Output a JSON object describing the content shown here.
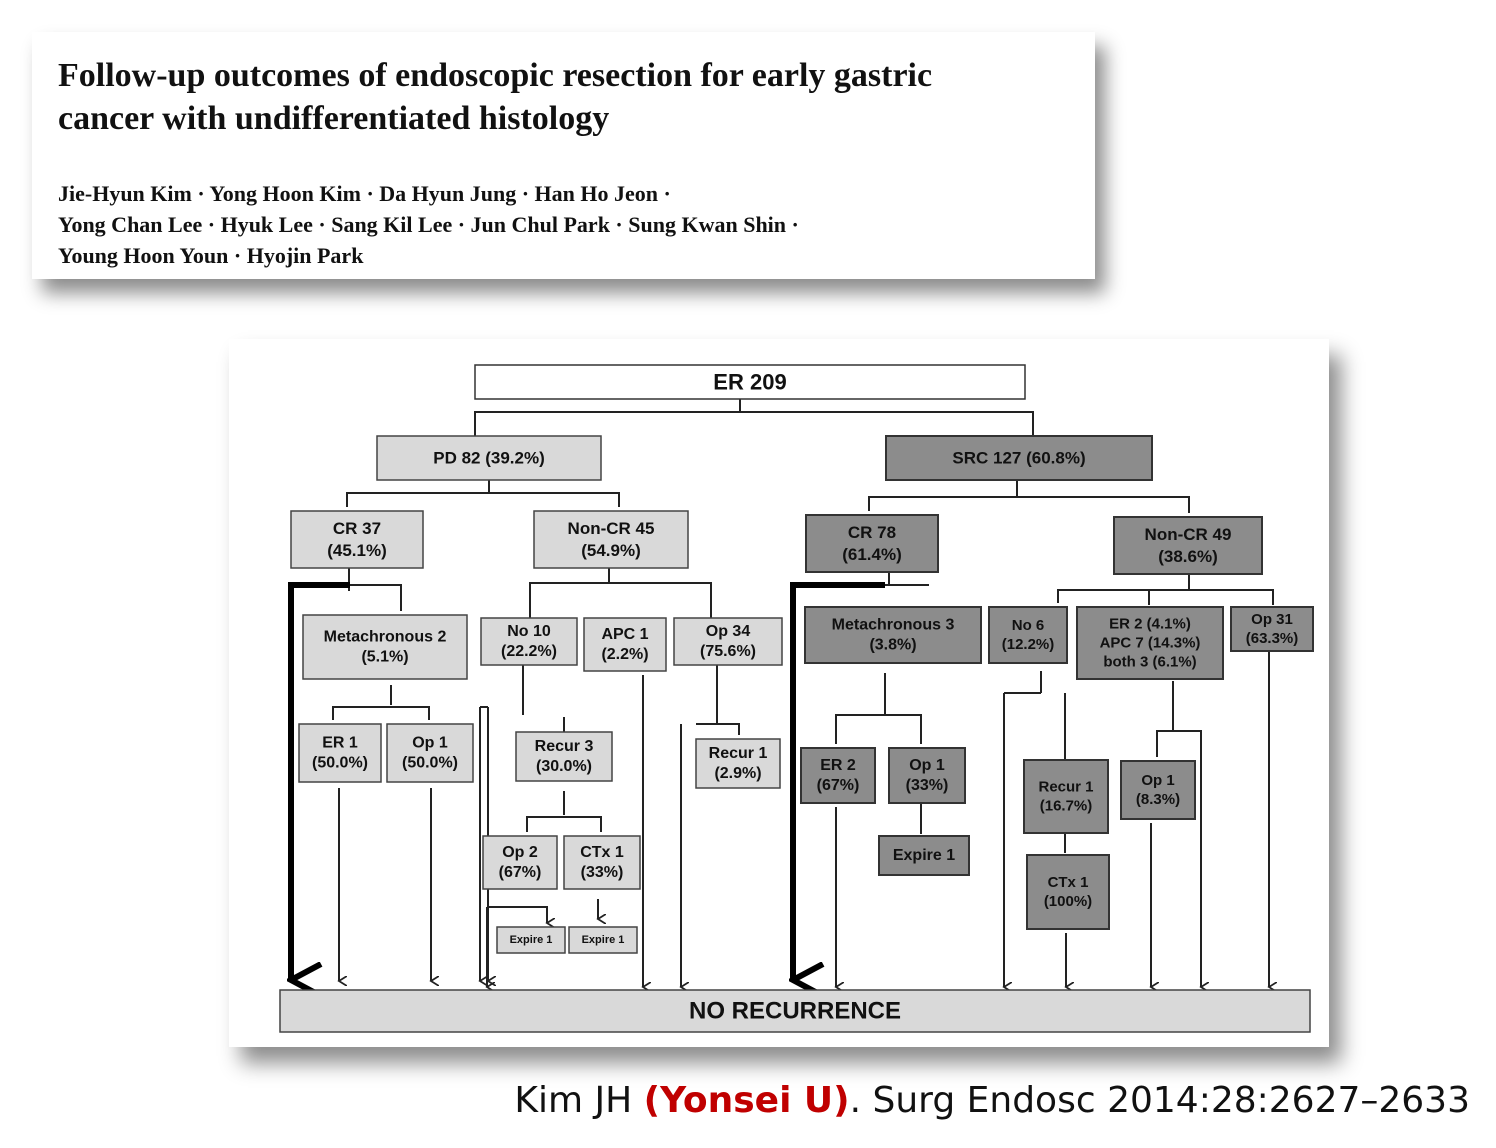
{
  "paper": {
    "title_line1": "Follow-up outcomes of endoscopic resection for early gastric",
    "title_line2": "cancer with undifferentiated histology",
    "authors_line1": "Jie-Hyun Kim · Yong Hoon Kim · Da Hyun Jung · Han Ho Jeon ·",
    "authors_line2": "Yong Chan Lee · Hyuk Lee · Sang Kil Lee · Jun Chul Park · Sung Kwan Shin ·",
    "authors_line3": "Young Hoon Youn · Hyojin Park"
  },
  "flowchart": {
    "nodes": [
      {
        "id": "er209",
        "lines": [
          "ER 209"
        ],
        "style": "white"
      },
      {
        "id": "pd82",
        "lines": [
          "PD 82 (39.2%)"
        ],
        "style": "light"
      },
      {
        "id": "src127",
        "lines": [
          "SRC 127 (60.8%)"
        ],
        "style": "dark"
      },
      {
        "id": "pd-cr37",
        "lines": [
          "CR 37",
          "(45.1%)"
        ],
        "style": "light"
      },
      {
        "id": "pd-noncr45",
        "lines": [
          "Non-CR 45",
          "(54.9%)"
        ],
        "style": "light"
      },
      {
        "id": "pd-metachronous2",
        "lines": [
          "Metachronous 2",
          "(5.1%)"
        ],
        "style": "light"
      },
      {
        "id": "pd-er1",
        "lines": [
          "ER 1",
          "(50.0%)"
        ],
        "style": "light"
      },
      {
        "id": "pd-op1",
        "lines": [
          "Op 1",
          "(50.0%)"
        ],
        "style": "light"
      },
      {
        "id": "pd-no10",
        "lines": [
          "No 10",
          "(22.2%)"
        ],
        "style": "light"
      },
      {
        "id": "pd-apc1",
        "lines": [
          "APC 1",
          "(2.2%)"
        ],
        "style": "light"
      },
      {
        "id": "pd-op34",
        "lines": [
          "Op 34",
          "(75.6%)"
        ],
        "style": "light"
      },
      {
        "id": "pd-recur3",
        "lines": [
          "Recur 3",
          "(30.0%)"
        ],
        "style": "light"
      },
      {
        "id": "pd-recur1",
        "lines": [
          "Recur 1",
          "(2.9%)"
        ],
        "style": "light"
      },
      {
        "id": "pd-op2",
        "lines": [
          "Op 2",
          "(67%)"
        ],
        "style": "light"
      },
      {
        "id": "pd-ctx1",
        "lines": [
          "CTx 1",
          "(33%)"
        ],
        "style": "light"
      },
      {
        "id": "pd-expire1-a",
        "lines": [
          "Expire 1"
        ],
        "style": "light"
      },
      {
        "id": "pd-expire1-b",
        "lines": [
          "Expire 1"
        ],
        "style": "light"
      },
      {
        "id": "src-cr78",
        "lines": [
          "CR 78",
          "(61.4%)"
        ],
        "style": "dark"
      },
      {
        "id": "src-noncr49",
        "lines": [
          "Non-CR 49",
          "(38.6%)"
        ],
        "style": "dark"
      },
      {
        "id": "src-metachronous3",
        "lines": [
          "Metachronous 3",
          "(3.8%)"
        ],
        "style": "dark"
      },
      {
        "id": "src-er2",
        "lines": [
          "ER 2",
          "(67%)"
        ],
        "style": "dark"
      },
      {
        "id": "src-op1",
        "lines": [
          "Op 1",
          "(33%)"
        ],
        "style": "dark"
      },
      {
        "id": "src-expire1",
        "lines": [
          "Expire 1"
        ],
        "style": "dark"
      },
      {
        "id": "src-no6",
        "lines": [
          "No 6",
          "(12.2%)"
        ],
        "style": "dark"
      },
      {
        "id": "src-er2-apc7-both3",
        "lines": [
          "ER   2 (4.1%)",
          "APC 7 (14.3%)",
          "both 3 (6.1%)"
        ],
        "style": "dark"
      },
      {
        "id": "src-op31",
        "lines": [
          "Op 31",
          "(63.3%)"
        ],
        "style": "dark"
      },
      {
        "id": "src-recur1",
        "lines": [
          "Recur 1",
          "(16.7%)"
        ],
        "style": "dark"
      },
      {
        "id": "src-ctx1",
        "lines": [
          "CTx 1",
          "(100%)"
        ],
        "style": "dark"
      },
      {
        "id": "src-op1-b",
        "lines": [
          "Op 1",
          "(8.3%)"
        ],
        "style": "dark"
      },
      {
        "id": "no-recurrence",
        "lines": [
          "NO RECURRENCE"
        ],
        "style": "bar"
      }
    ]
  },
  "citation": {
    "author": "Kim JH ",
    "affiliation": "(Yonsei U)",
    "rest": ". Surg Endosc 2014:28:2627–2633",
    "affiliation_color": "#c00000"
  }
}
